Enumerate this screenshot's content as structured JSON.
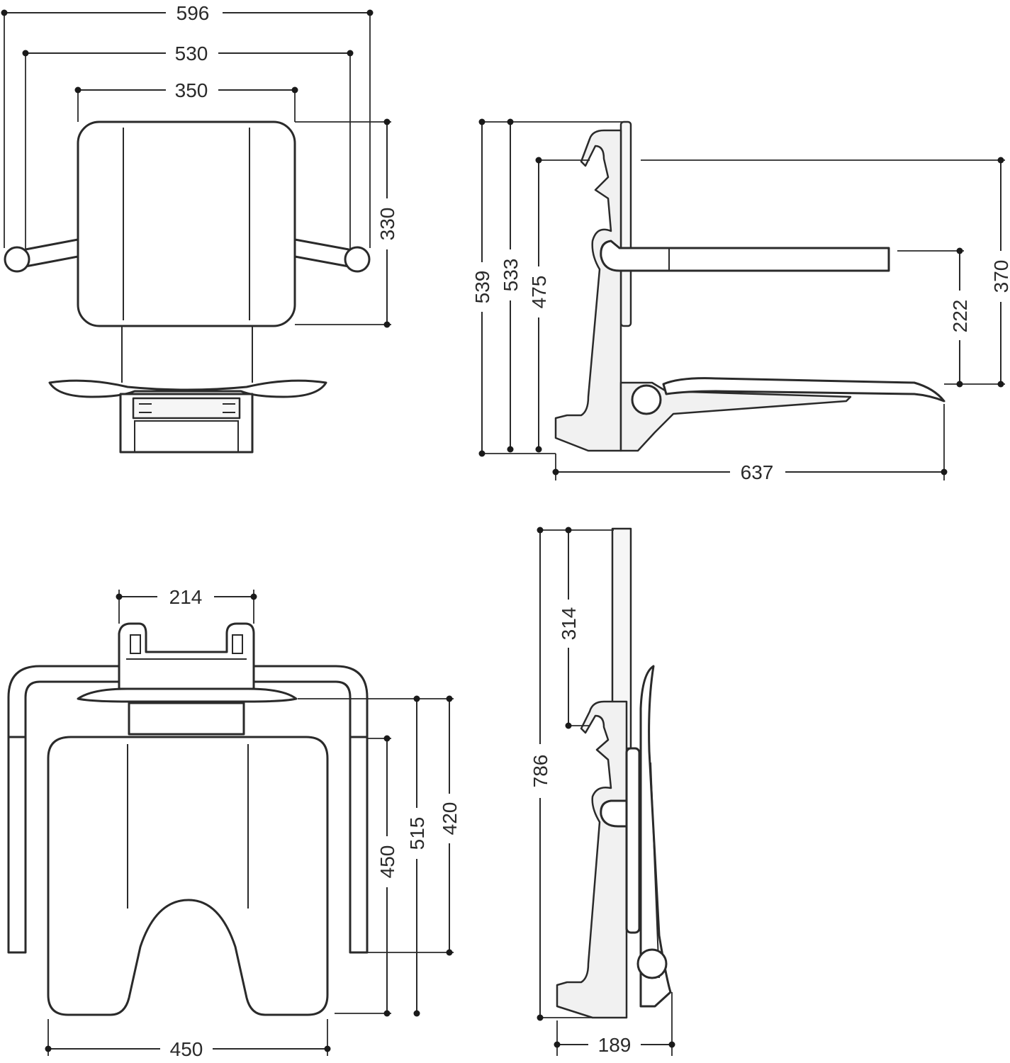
{
  "dimensions": {
    "front_overall_width": "596",
    "front_handle_width": "530",
    "front_back_width": "350",
    "front_back_height": "330",
    "side_height_total": "539",
    "side_height_mid": "533",
    "side_height_hook": "475",
    "side_arm_height": "222",
    "side_arm_top": "370",
    "side_depth": "637",
    "plan_bracket_width": "214",
    "plan_seat_depth": "450",
    "plan_depth_to_bracket": "515",
    "plan_arm_depth": "420",
    "plan_seat_width": "450",
    "folded_height": "786",
    "folded_hook_offset": "314",
    "folded_depth": "189"
  }
}
